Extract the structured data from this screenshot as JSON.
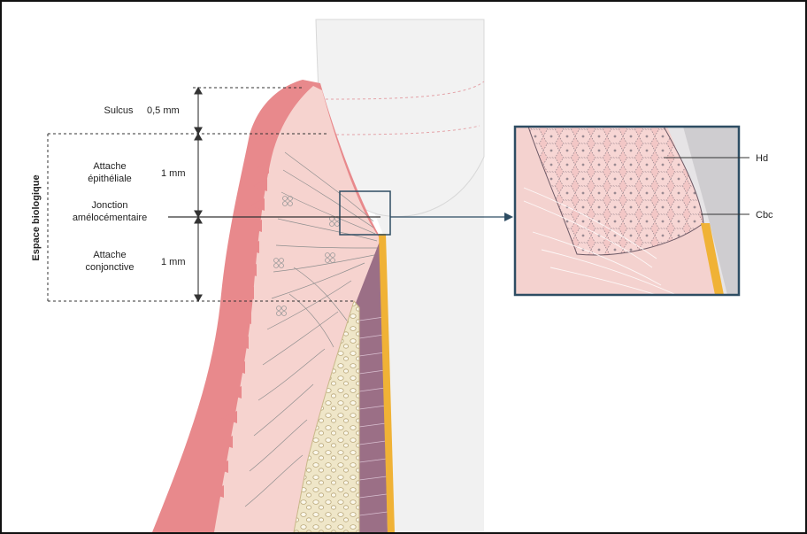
{
  "figure": {
    "side_label": "Espace biologique",
    "zones": [
      {
        "label_lines": [
          "Sulcus"
        ],
        "measure": "0,5 mm"
      },
      {
        "label_lines": [
          "Attache",
          "épithéliale"
        ],
        "measure": "1 mm"
      },
      {
        "label_lines": [
          "Jonction",
          "amélocémentaire"
        ],
        "measure": ""
      },
      {
        "label_lines": [
          "Attache",
          "conjonctive"
        ],
        "measure": "1 mm"
      }
    ],
    "callouts": {
      "hd": "Hd",
      "cbc": "Cbc"
    }
  },
  "colors": {
    "gingiva_outer": "#e8898c",
    "gingiva_inner": "#f6d3cf",
    "enamel": "#f2f2f2",
    "root_band": "#f0b236",
    "ligament": "#9b6f86",
    "bone": "#efe6c8",
    "inset_border": "#2e4d63"
  }
}
